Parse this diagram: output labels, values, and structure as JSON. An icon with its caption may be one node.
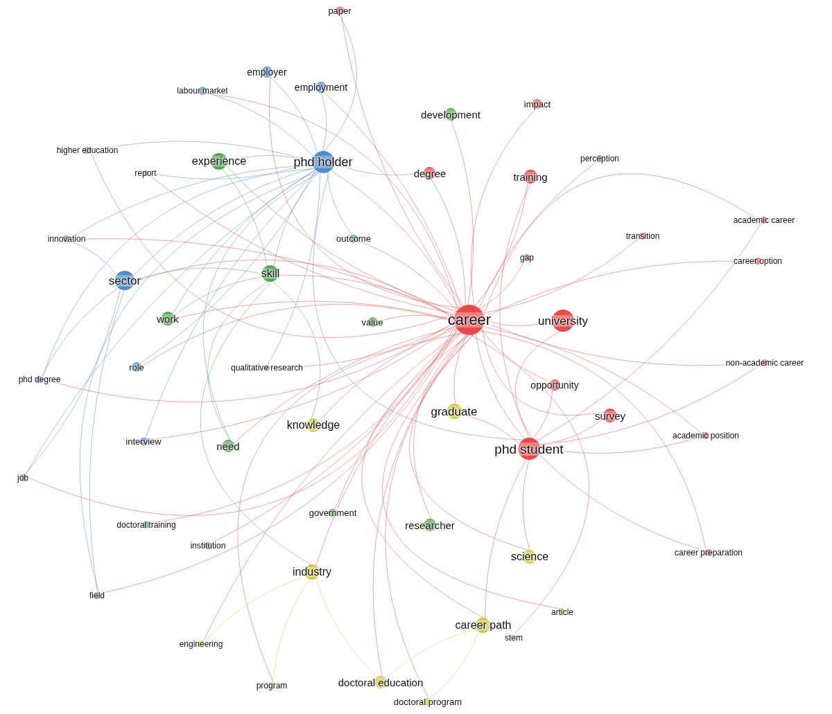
{
  "diagram": {
    "nodes": [
      {
        "text": [
          "career"
        ]
      },
      {
        "text": [
          "phd student"
        ]
      },
      {
        "text": [
          "university"
        ]
      },
      {
        "text": [
          "survey"
        ]
      },
      {
        "text": [
          "opportunity"
        ]
      },
      {
        "text": [
          "training"
        ]
      },
      {
        "text": [
          "degree"
        ]
      },
      {
        "text": [
          "impact"
        ]
      },
      {
        "text": [
          "paper"
        ]
      },
      {
        "text": [
          "gap"
        ]
      },
      {
        "text": [
          "transition"
        ]
      },
      {
        "text": [
          "academic career"
        ]
      },
      {
        "text": [
          "career option"
        ]
      },
      {
        "text": [
          "non-academic career"
        ]
      },
      {
        "text": [
          "academic position"
        ]
      },
      {
        "text": [
          "career preparation"
        ]
      },
      {
        "text": [
          "phd holder"
        ]
      },
      {
        "text": [
          "sector"
        ]
      },
      {
        "text": [
          "employer"
        ]
      },
      {
        "text": [
          "employment"
        ]
      },
      {
        "text": [
          "labour market"
        ]
      },
      {
        "text": [
          "innovation"
        ]
      },
      {
        "text": [
          "role"
        ]
      },
      {
        "text": [
          "phd degree"
        ]
      },
      {
        "text": [
          "interview"
        ]
      },
      {
        "text": [
          "job"
        ]
      },
      {
        "text": [
          "field"
        ]
      },
      {
        "text": [
          "qualitative research"
        ]
      },
      {
        "text": [
          "experience"
        ]
      },
      {
        "text": [
          "development"
        ]
      },
      {
        "text": [
          "skill"
        ]
      },
      {
        "text": [
          "work"
        ]
      },
      {
        "text": [
          "higher education"
        ]
      },
      {
        "text": [
          "report"
        ]
      },
      {
        "text": [
          "outcome"
        ]
      },
      {
        "text": [
          "value"
        ]
      },
      {
        "text": [
          "need"
        ]
      },
      {
        "text": [
          "perception"
        ]
      },
      {
        "text": [
          "doctoral training"
        ]
      },
      {
        "text": [
          "institution"
        ]
      },
      {
        "text": [
          "government"
        ]
      },
      {
        "text": [
          "researcher"
        ]
      },
      {
        "text": [
          "graduate"
        ]
      },
      {
        "text": [
          "knowledge"
        ]
      },
      {
        "text": [
          "industry"
        ]
      },
      {
        "text": [
          "science"
        ]
      },
      {
        "text": [
          "career path"
        ]
      },
      {
        "text": [
          "article"
        ]
      },
      {
        "text": [
          "stem"
        ]
      },
      {
        "text": [
          "engineering"
        ]
      },
      {
        "text": [
          "program"
        ]
      },
      {
        "text": [
          "doctoral education"
        ]
      },
      {
        "text": [
          "doctoral program"
        ]
      }
    ],
    "edges": [
      {
        "from": 0,
        "to": 1,
        "arrow": "none",
        "color": "#e53935"
      },
      {
        "from": 0,
        "to": 2,
        "arrow": "none",
        "color": "#e53935"
      },
      {
        "from": 0,
        "to": 3,
        "arrow": "none",
        "color": "#e53935"
      },
      {
        "from": 0,
        "to": 4,
        "arrow": "none",
        "color": "#e53935"
      },
      {
        "from": 0,
        "to": 5,
        "arrow": "none",
        "color": "#e53935"
      },
      {
        "from": 0,
        "to": 6,
        "arrow": "none",
        "color": "#e53935"
      },
      {
        "from": 0,
        "to": 7,
        "arrow": "none",
        "color": "#e53935"
      },
      {
        "from": 0,
        "to": 8,
        "arrow": "none",
        "color": "#e53935"
      },
      {
        "from": 0,
        "to": 9,
        "arrow": "none",
        "color": "#e53935"
      },
      {
        "from": 0,
        "to": 10,
        "arrow": "none",
        "color": "#e53935"
      },
      {
        "from": 0,
        "to": 11,
        "arrow": "none",
        "color": "#e53935"
      },
      {
        "from": 0,
        "to": 12,
        "arrow": "none",
        "color": "#e53935"
      },
      {
        "from": 0,
        "to": 13,
        "arrow": "none",
        "color": "#e53935"
      },
      {
        "from": 0,
        "to": 14,
        "arrow": "none",
        "color": "#e53935"
      },
      {
        "from": 0,
        "to": 15,
        "arrow": "none",
        "color": "#e53935"
      },
      {
        "from": 0,
        "to": 16,
        "arrow": "none",
        "color": "#e53935"
      },
      {
        "from": 0,
        "to": 17,
        "arrow": "none",
        "color": "#e53935"
      },
      {
        "from": 0,
        "to": 18,
        "arrow": "none",
        "color": "#e53935"
      },
      {
        "from": 0,
        "to": 19,
        "arrow": "none",
        "color": "#e53935"
      },
      {
        "from": 0,
        "to": 20,
        "arrow": "none",
        "color": "#e53935"
      },
      {
        "from": 0,
        "to": 21,
        "arrow": "none",
        "color": "#e53935"
      },
      {
        "from": 0,
        "to": 22,
        "arrow": "none",
        "color": "#e53935"
      },
      {
        "from": 0,
        "to": 23,
        "arrow": "none",
        "color": "#e53935"
      },
      {
        "from": 0,
        "to": 24,
        "arrow": "none",
        "color": "#e53935"
      },
      {
        "from": 0,
        "to": 25,
        "arrow": "none",
        "color": "#e53935"
      },
      {
        "from": 0,
        "to": 26,
        "arrow": "none",
        "color": "#e53935"
      },
      {
        "from": 0,
        "to": 27,
        "arrow": "none",
        "color": "#e53935"
      },
      {
        "from": 0,
        "to": 28,
        "arrow": "none",
        "color": "#e53935"
      },
      {
        "from": 0,
        "to": 29,
        "arrow": "none",
        "color": "#e53935"
      },
      {
        "from": 0,
        "to": 30,
        "arrow": "none",
        "color": "#e53935"
      },
      {
        "from": 0,
        "to": 31,
        "arrow": "none",
        "color": "#e53935"
      },
      {
        "from": 0,
        "to": 32,
        "arrow": "none",
        "color": "#e53935"
      },
      {
        "from": 0,
        "to": 33,
        "arrow": "none",
        "color": "#e53935"
      },
      {
        "from": 0,
        "to": 34,
        "arrow": "none",
        "color": "#e53935"
      },
      {
        "from": 0,
        "to": 35,
        "arrow": "none",
        "color": "#e53935"
      },
      {
        "from": 0,
        "to": 36,
        "arrow": "none",
        "color": "#e53935"
      },
      {
        "from": 0,
        "to": 37,
        "arrow": "none",
        "color": "#e53935"
      },
      {
        "from": 0,
        "to": 38,
        "arrow": "none",
        "color": "#e53935"
      },
      {
        "from": 0,
        "to": 39,
        "arrow": "none",
        "color": "#e53935"
      },
      {
        "from": 0,
        "to": 40,
        "arrow": "none",
        "color": "#e53935"
      },
      {
        "from": 0,
        "to": 41,
        "arrow": "none",
        "color": "#e53935"
      },
      {
        "from": 0,
        "to": 42,
        "arrow": "none",
        "color": "#e53935"
      },
      {
        "from": 0,
        "to": 43,
        "arrow": "none",
        "color": "#e53935"
      },
      {
        "from": 0,
        "to": 44,
        "arrow": "none",
        "color": "#e53935"
      },
      {
        "from": 0,
        "to": 45,
        "arrow": "none",
        "color": "#e53935"
      },
      {
        "from": 0,
        "to": 46,
        "arrow": "none",
        "color": "#e53935"
      },
      {
        "from": 0,
        "to": 47,
        "arrow": "none",
        "color": "#e53935"
      },
      {
        "from": 0,
        "to": 48,
        "arrow": "none",
        "color": "#e53935"
      },
      {
        "from": 0,
        "to": 49,
        "arrow": "none",
        "color": "#e53935"
      },
      {
        "from": 0,
        "to": 50,
        "arrow": "none",
        "color": "#e53935"
      },
      {
        "from": 0,
        "to": 51,
        "arrow": "none",
        "color": "#e53935"
      },
      {
        "from": 0,
        "to": 52,
        "arrow": "none",
        "color": "#e53935"
      },
      {
        "from": 16,
        "to": 17,
        "arrow": "none",
        "color": "#3a7ec4"
      },
      {
        "from": 16,
        "to": 18,
        "arrow": "none",
        "color": "#3a7ec4"
      },
      {
        "from": 16,
        "to": 19,
        "arrow": "none",
        "color": "#3a7ec4"
      },
      {
        "from": 16,
        "to": 20,
        "arrow": "none",
        "color": "#3a7ec4"
      },
      {
        "from": 16,
        "to": 21,
        "arrow": "none",
        "color": "#3a7ec4"
      },
      {
        "from": 16,
        "to": 22,
        "arrow": "none",
        "color": "#3a7ec4"
      },
      {
        "from": 16,
        "to": 23,
        "arrow": "none",
        "color": "#3a7ec4"
      },
      {
        "from": 16,
        "to": 24,
        "arrow": "none",
        "color": "#3a7ec4"
      },
      {
        "from": 16,
        "to": 25,
        "arrow": "none",
        "color": "#3a7ec4"
      },
      {
        "from": 16,
        "to": 26,
        "arrow": "none",
        "color": "#3a7ec4"
      },
      {
        "from": 16,
        "to": 27,
        "arrow": "none",
        "color": "#3a7ec4"
      },
      {
        "from": 16,
        "to": 28,
        "arrow": "none",
        "color": "#3a7ec4"
      },
      {
        "from": 16,
        "to": 30,
        "arrow": "none",
        "color": "#3a7ec4"
      },
      {
        "from": 16,
        "to": 31,
        "arrow": "none",
        "color": "#3a7ec4"
      },
      {
        "from": 16,
        "to": 32,
        "arrow": "none",
        "color": "#3a7ec4"
      },
      {
        "from": 16,
        "to": 33,
        "arrow": "none",
        "color": "#3a7ec4"
      },
      {
        "from": 16,
        "to": 34,
        "arrow": "none",
        "color": "#3a7ec4"
      },
      {
        "from": 16,
        "to": 36,
        "arrow": "none",
        "color": "#3a7ec4"
      },
      {
        "from": 16,
        "to": 1,
        "arrow": "none",
        "color": "#3a7ec4"
      },
      {
        "from": 16,
        "to": 6,
        "arrow": "none",
        "color": "#3a7ec4"
      },
      {
        "from": 16,
        "to": 8,
        "arrow": "none",
        "color": "#3a7ec4"
      },
      {
        "from": 1,
        "to": 2,
        "arrow": "none",
        "color": "#e53935"
      },
      {
        "from": 1,
        "to": 3,
        "arrow": "none",
        "color": "#e53935"
      },
      {
        "from": 1,
        "to": 4,
        "arrow": "none",
        "color": "#e53935"
      },
      {
        "from": 1,
        "to": 5,
        "arrow": "none",
        "color": "#e53935"
      },
      {
        "from": 1,
        "to": 11,
        "arrow": "none",
        "color": "#e53935"
      },
      {
        "from": 1,
        "to": 13,
        "arrow": "none",
        "color": "#e53935"
      },
      {
        "from": 1,
        "to": 14,
        "arrow": "none",
        "color": "#e53935"
      },
      {
        "from": 1,
        "to": 15,
        "arrow": "none",
        "color": "#e53935"
      },
      {
        "from": 1,
        "to": 42,
        "arrow": "none",
        "color": "#e53935"
      },
      {
        "from": 1,
        "to": 45,
        "arrow": "none",
        "color": "#e53935"
      },
      {
        "from": 1,
        "to": 46,
        "arrow": "none",
        "color": "#e53935"
      },
      {
        "from": 30,
        "to": 28,
        "arrow": "none",
        "color": "#3a9e3a"
      },
      {
        "from": 30,
        "to": 31,
        "arrow": "none",
        "color": "#3a9e3a"
      },
      {
        "from": 30,
        "to": 36,
        "arrow": "none",
        "color": "#3a9e3a"
      },
      {
        "from": 30,
        "to": 17,
        "arrow": "none",
        "color": "#3a9e3a"
      },
      {
        "from": 30,
        "to": 43,
        "arrow": "none",
        "color": "#3a9e3a"
      },
      {
        "from": 30,
        "to": 44,
        "arrow": "none",
        "color": "#3a9e3a"
      },
      {
        "from": 44,
        "to": 49,
        "arrow": "none",
        "color": "#c9c421"
      },
      {
        "from": 44,
        "to": 50,
        "arrow": "none",
        "color": "#c9c421"
      },
      {
        "from": 44,
        "to": 51,
        "arrow": "none",
        "color": "#c9c421"
      },
      {
        "from": 46,
        "to": 51,
        "arrow": "none",
        "color": "#c9c421"
      },
      {
        "from": 46,
        "to": 52,
        "arrow": "none",
        "color": "#c9c421"
      },
      {
        "from": 17,
        "to": 25,
        "arrow": "none",
        "color": "#3a7ec4"
      },
      {
        "from": 17,
        "to": 26,
        "arrow": "none",
        "color": "#3a7ec4"
      },
      {
        "from": 17,
        "to": 23,
        "arrow": "none",
        "color": "#3a7ec4"
      },
      {
        "from": 17,
        "to": 21,
        "arrow": "none",
        "color": "#3a7ec4"
      }
    ]
  }
}
